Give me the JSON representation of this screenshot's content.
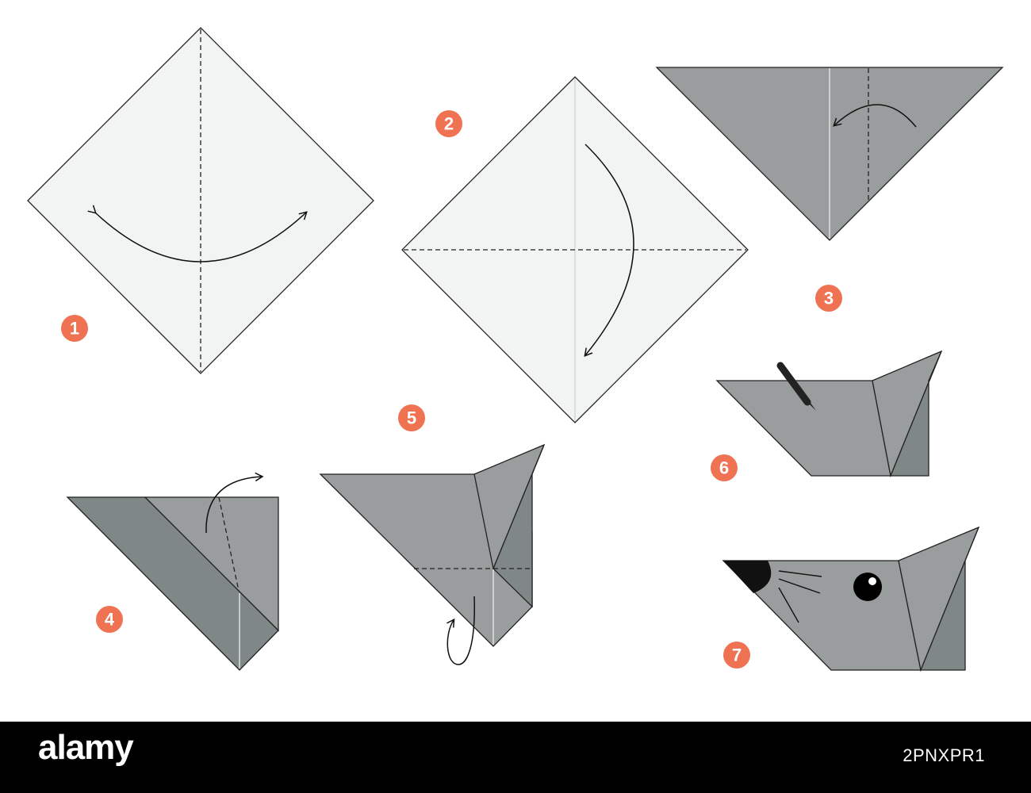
{
  "steps": [
    {
      "number": "1"
    },
    {
      "number": "2"
    },
    {
      "number": "3"
    },
    {
      "number": "4"
    },
    {
      "number": "5"
    },
    {
      "number": "6"
    },
    {
      "number": "7"
    }
  ],
  "colors": {
    "badge": "#ef7353",
    "paper_white": "#f2f3f3",
    "paper_grey": "#9a9d9d",
    "paper_dark": "#7f8887",
    "footer_background": "#000000"
  },
  "footer": {
    "logo": "alamy",
    "image_id": "2PNXPR1"
  }
}
